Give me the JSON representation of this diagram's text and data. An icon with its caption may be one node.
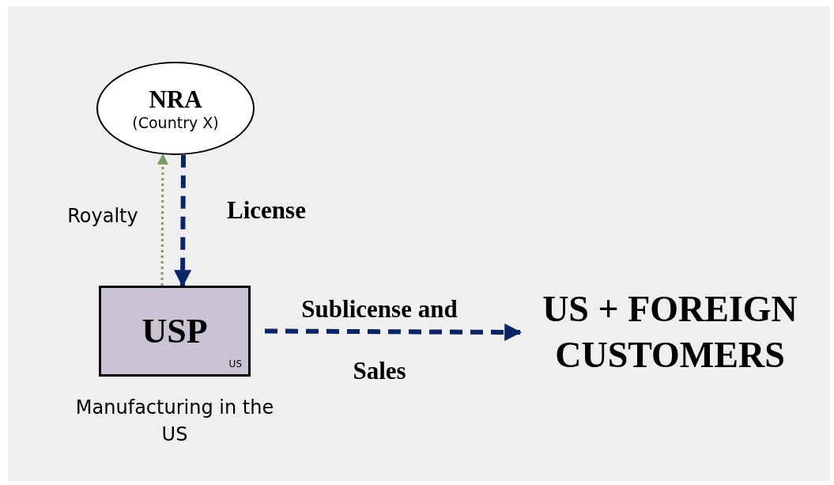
{
  "diagram": {
    "nodes": [
      {
        "text": [
          "NRA",
          "(Country X)"
        ]
      },
      {
        "text": [
          "USP",
          "US"
        ],
        "beside": [
          "Manufacturing in the US"
        ]
      },
      {
        "text": [
          "US + FOREIGN CUSTOMERS"
        ]
      }
    ],
    "edges": [
      {
        "from": 1,
        "to": 0,
        "arrow": "to",
        "label": "Royalty",
        "style": "dashed",
        "color": "#7d9a5f"
      },
      {
        "from": 0,
        "to": 1,
        "arrow": "to",
        "label": "License",
        "style": "dashed"
      },
      {
        "from": 1,
        "to": 2,
        "arrow": "to",
        "label": "Sublicense and Sales",
        "style": "dashed"
      }
    ]
  }
}
